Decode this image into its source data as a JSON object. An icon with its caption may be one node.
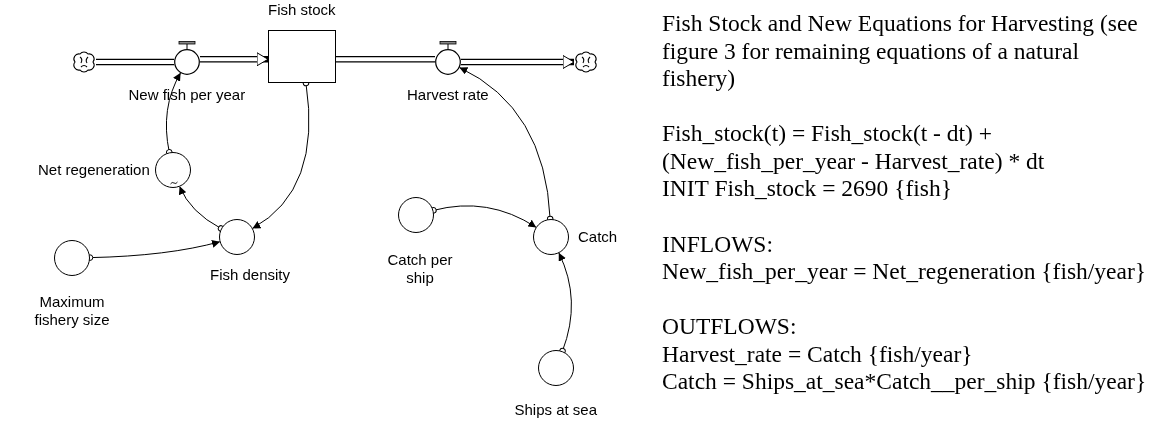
{
  "diagram": {
    "nodes": [
      {
        "text": [],
        "shape": "cloud"
      },
      {
        "text": [
          "New fish per year"
        ]
      },
      {
        "text": [
          "Fish stock"
        ]
      },
      {
        "text": [
          "Harvest rate"
        ]
      },
      {
        "text": [],
        "shape": "cloud"
      },
      {
        "text": [
          "Net regeneration"
        ]
      },
      {
        "text": [
          "Fish density"
        ]
      },
      {
        "text": [
          "Maximum fishery size"
        ]
      },
      {
        "text": [
          "Catch per ship"
        ]
      },
      {
        "text": [
          "Catch"
        ]
      },
      {
        "text": [
          "Ships at sea"
        ]
      }
    ],
    "edges": [
      {
        "from": 0,
        "to": 1,
        "arrow": "none",
        "style": "thick"
      },
      {
        "from": 1,
        "to": 2,
        "arrow": "to",
        "style": "thick"
      },
      {
        "from": 2,
        "to": 3,
        "arrow": "none",
        "style": "thick"
      },
      {
        "from": 3,
        "to": 4,
        "arrow": "to",
        "style": "thick"
      },
      {
        "from": 2,
        "to": 6,
        "arrow": "to"
      },
      {
        "from": 6,
        "to": 5,
        "arrow": "to"
      },
      {
        "from": 5,
        "to": 1,
        "arrow": "to"
      },
      {
        "from": 7,
        "to": 6,
        "arrow": "to"
      },
      {
        "from": 8,
        "to": 9,
        "arrow": "to"
      },
      {
        "from": 10,
        "to": 9,
        "arrow": "to"
      },
      {
        "from": 9,
        "to": 3,
        "arrow": "to"
      }
    ],
    "labels": [
      "Fish Stock and New Equations for Harvesting (see figure 3 for remaining equations of a natural fishery)",
      "Fish_stock(t) = Fish_stock(t - dt) + (New_fish_per_year - Harvest_rate) * dt",
      "INIT Fish_stock = 2690 {fish}",
      "INFLOWS:",
      "New_fish_per_year = Net_regeneration {fish/year}",
      "OUTFLOWS:",
      "Harvest_rate = Catch {fish/year}",
      "Catch = Ships_at_sea*Catch__per_ship {fish/year}"
    ]
  }
}
